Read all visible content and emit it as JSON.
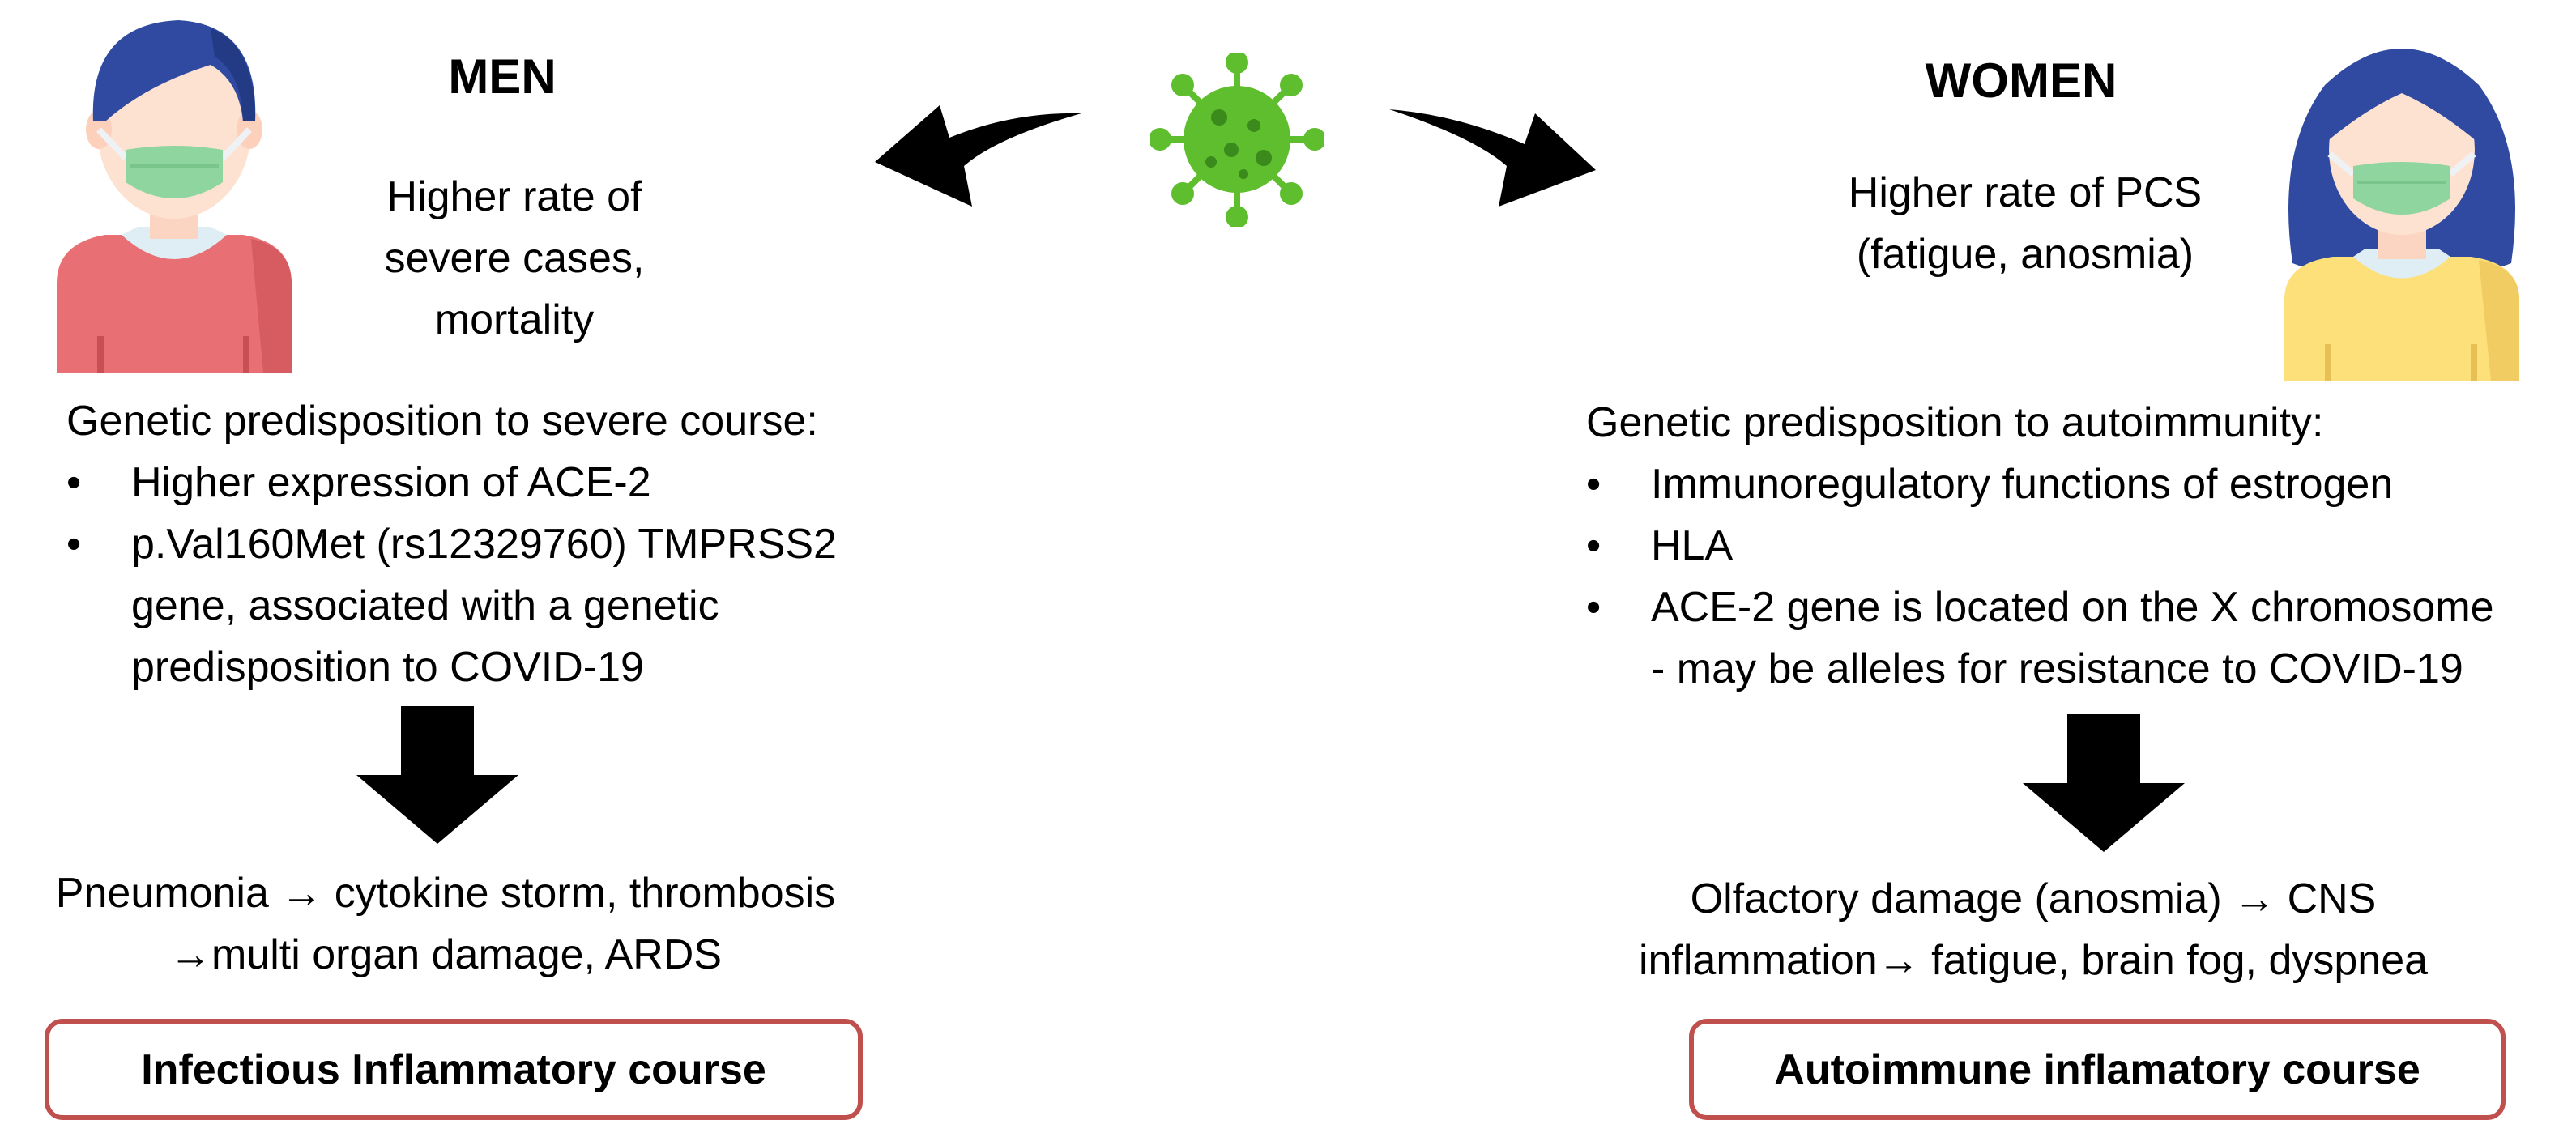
{
  "virus": {
    "icon": "virus-icon",
    "color": "#5fbe2e",
    "dark": "#3a8a1c"
  },
  "men": {
    "icon": "man-with-mask-icon",
    "heading": "MEN",
    "summary": [
      "Higher rate of",
      "severe cases,",
      "mortality"
    ],
    "predisposition_title": "Genetic predisposition to severe course:",
    "bullets": [
      [
        "Higher expression of ACE-2"
      ],
      [
        "p.Val160Met (rs12329760) TMPRSS2",
        "gene, associated with a genetic",
        "predisposition to COVID-19"
      ]
    ],
    "outcome": [
      "Pneumonia → cytokine storm, thrombosis",
      "→multi organ damage, ARDS"
    ],
    "course": "Infectious Inflammatory course"
  },
  "women": {
    "icon": "woman-with-mask-icon",
    "heading": "WOMEN",
    "summary": [
      "Higher rate of PCS",
      "(fatigue, anosmia)"
    ],
    "predisposition_title": "Genetic predisposition to autoimmunity:",
    "bullets": [
      [
        "Immunoregulatory functions of estrogen"
      ],
      [
        "HLA"
      ],
      [
        "ACE-2 gene is located on the X chromosome",
        "- may be alleles for resistance to COVID-19"
      ]
    ],
    "outcome": [
      "Olfactory damage (anosmia) → CNS",
      "inflammation→ fatigue, brain fog, dyspnea"
    ],
    "course": "Autoimmune inflamatory course"
  },
  "colors": {
    "box_border": "#c0504d",
    "arrow": "#000000"
  }
}
